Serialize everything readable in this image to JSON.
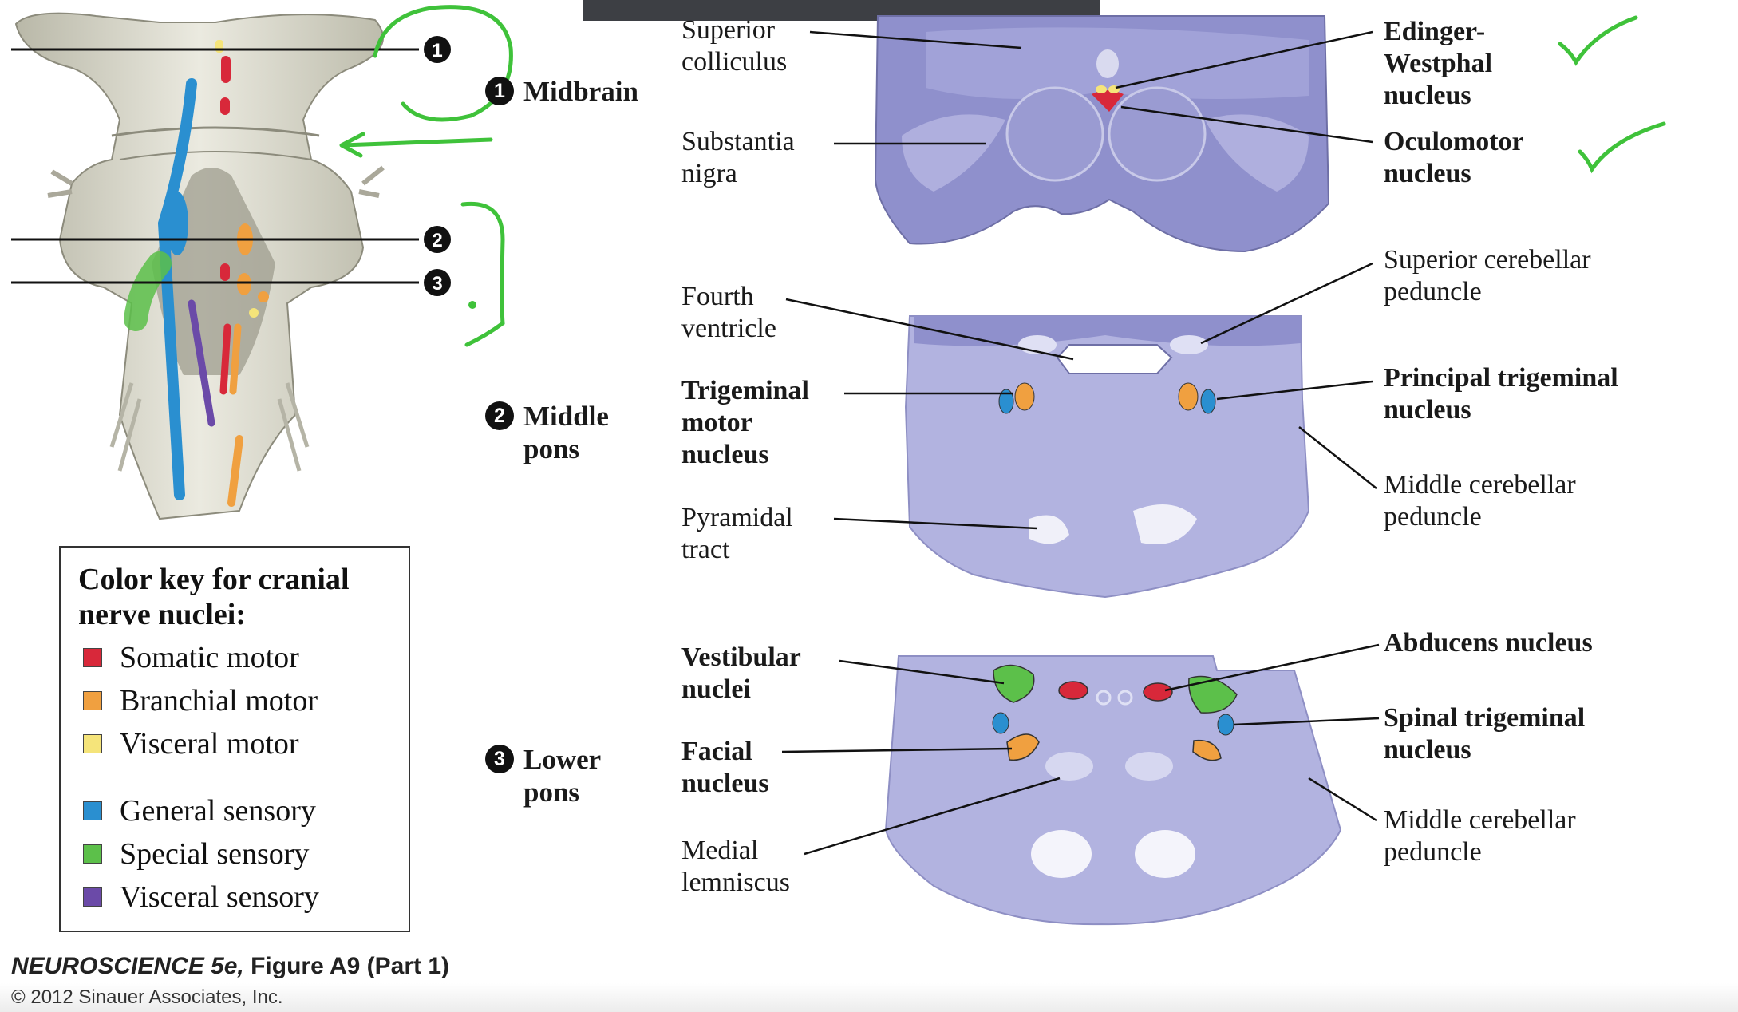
{
  "sections": {
    "midbrain": {
      "num": "1",
      "label": "Midbrain"
    },
    "middle_pons": {
      "num": "2",
      "line1": "Middle",
      "line2": "pons"
    },
    "lower_pons": {
      "num": "3",
      "line1": "Lower",
      "line2": "pons"
    }
  },
  "levels": {
    "l1": "1",
    "l2": "2",
    "l3": "3"
  },
  "labels": {
    "superior_colliculus": [
      "Superior",
      "colliculus"
    ],
    "substantia_nigra": [
      "Substantia",
      "nigra"
    ],
    "edinger_westphal": [
      "Edinger-",
      "Westphal",
      "nucleus"
    ],
    "oculomotor": [
      "Oculomotor",
      "nucleus"
    ],
    "fourth_ventricle": [
      "Fourth",
      "ventricle"
    ],
    "trigeminal_motor": [
      "Trigeminal",
      "motor",
      "nucleus"
    ],
    "pyramidal_tract": [
      "Pyramidal",
      "tract"
    ],
    "superior_cerebellar": [
      "Superior cerebellar",
      "peduncle"
    ],
    "principal_trigeminal": [
      "Principal trigeminal",
      "nucleus"
    ],
    "middle_cerebellar_2": [
      "Middle cerebellar",
      "peduncle"
    ],
    "vestibular": [
      "Vestibular",
      "nuclei"
    ],
    "facial": [
      "Facial",
      "nucleus"
    ],
    "medial_lemniscus": [
      "Medial",
      "lemniscus"
    ],
    "abducens": [
      "Abducens nucleus"
    ],
    "spinal_trigeminal": [
      "Spinal trigeminal",
      "nucleus"
    ],
    "middle_cerebellar_3": [
      "Middle cerebellar",
      "peduncle"
    ]
  },
  "key": {
    "title_line1": "Color key for cranial",
    "title_line2": "nerve nuclei:",
    "items": [
      {
        "label": "Somatic motor",
        "color": "#d8283a"
      },
      {
        "label": "Branchial motor",
        "color": "#f0a040"
      },
      {
        "label": "Visceral motor",
        "color": "#f5e47a"
      },
      {
        "label": "General sensory",
        "color": "#2a8fd0"
      },
      {
        "label": "Special sensory",
        "color": "#5cc04a"
      },
      {
        "label": "Visceral sensory",
        "color": "#6b4aa8"
      }
    ]
  },
  "caption": {
    "book": "NEUROSCIENCE 5e,",
    "figure": "Figure A9 (Part 1)"
  },
  "copyright": "© 2012 Sinauer Associates, Inc.",
  "colors": {
    "annotation": "#3fc23a",
    "tissue": "#8f90cc",
    "tissue_light": "#c8c9e8"
  }
}
